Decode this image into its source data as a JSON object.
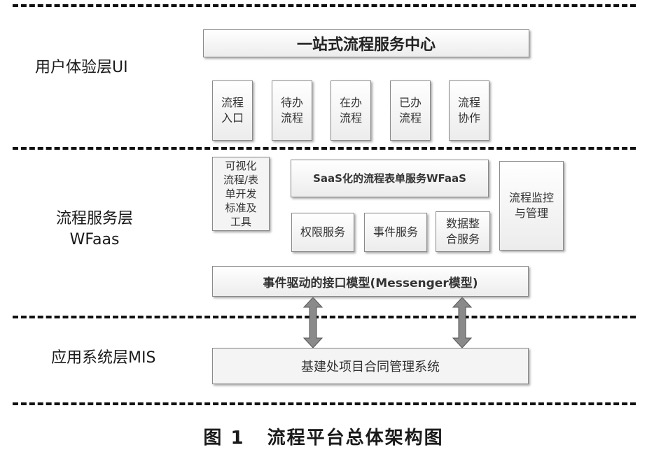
{
  "layers": {
    "ui": "用户体验层UI",
    "service_line1": "流程服务层",
    "service_line2": "WFaas",
    "app": "应用系统层MIS"
  },
  "ui_layer": {
    "header": "一站式流程服务中心",
    "items": [
      {
        "line1": "流程",
        "line2": "入口"
      },
      {
        "line1": "待办",
        "line2": "流程"
      },
      {
        "line1": "在办",
        "line2": "流程"
      },
      {
        "line1": "已办",
        "line2": "流程"
      },
      {
        "line1": "流程",
        "line2": "协作"
      }
    ]
  },
  "service_layer": {
    "visual_tool": [
      "可视化",
      "流程/表",
      "单开发",
      "标准及",
      "工具"
    ],
    "saas_form": "SaaS化的流程表单服务WFaaS",
    "permission": "权限服务",
    "event": "事件服务",
    "data_integration": [
      "数据整",
      "合服务"
    ],
    "monitor": [
      "流程监控",
      "与管理"
    ],
    "messenger": "事件驱动的接口模型(Messenger模型)"
  },
  "app_layer": {
    "system": "基建处项目合同管理系统"
  },
  "caption": {
    "number": "图 1",
    "title": "流程平台总体架构图"
  }
}
